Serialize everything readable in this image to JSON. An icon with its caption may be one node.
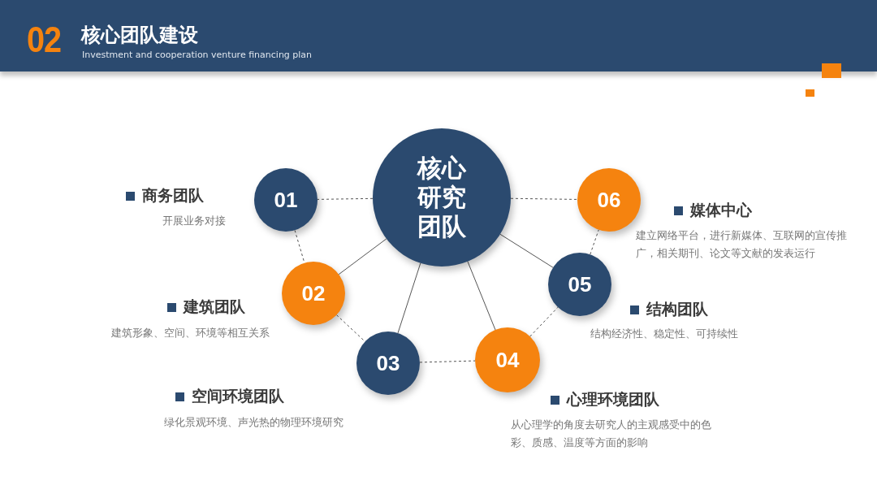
{
  "diagram": {
    "title": "核心团队建设",
    "nodes": [
      {
        "text": [
          "核心研究团队"
        ]
      },
      {
        "text": [
          "01"
        ],
        "beside": [
          "商务团队",
          "开展业务对接"
        ]
      },
      {
        "text": [
          "02"
        ],
        "beside": [
          "建筑团队",
          "建筑形象、空间、环境等相互关系"
        ]
      },
      {
        "text": [
          "03"
        ],
        "beside": [
          "空间环境团队",
          "绿化景观环境、声光热的物理环境研究"
        ]
      },
      {
        "text": [
          "04"
        ],
        "beside": [
          "心理环境团队",
          "从心理学的角度去研究人的主观感受中的色彩、质感、温度等方面的影响"
        ]
      },
      {
        "text": [
          "05"
        ],
        "beside": [
          "结构团队",
          "结构经济性、稳定性、可持续性"
        ]
      },
      {
        "text": [
          "06"
        ],
        "beside": [
          "媒体中心",
          "建立网络平台，进行新媒体、互联网的宣传推广，相关期刊、论文等文献的发表运行"
        ]
      }
    ],
    "edges": [
      {
        "from": 0,
        "to": 1,
        "arrow": "none",
        "style": "dashed"
      },
      {
        "from": 0,
        "to": 2,
        "arrow": "none"
      },
      {
        "from": 0,
        "to": 3,
        "arrow": "none"
      },
      {
        "from": 0,
        "to": 4,
        "arrow": "none"
      },
      {
        "from": 0,
        "to": 5,
        "arrow": "none"
      },
      {
        "from": 0,
        "to": 6,
        "arrow": "none",
        "style": "dashed"
      },
      {
        "from": 1,
        "to": 2,
        "arrow": "none",
        "style": "dashed"
      },
      {
        "from": 2,
        "to": 3,
        "arrow": "none",
        "style": "dashed"
      },
      {
        "from": 3,
        "to": 4,
        "arrow": "none",
        "style": "dashed"
      },
      {
        "from": 4,
        "to": 5,
        "arrow": "none",
        "style": "dashed"
      },
      {
        "from": 5,
        "to": 6,
        "arrow": "none",
        "style": "dashed"
      }
    ],
    "labels": [
      "02",
      "Investment and cooperation venture financing plan"
    ]
  }
}
